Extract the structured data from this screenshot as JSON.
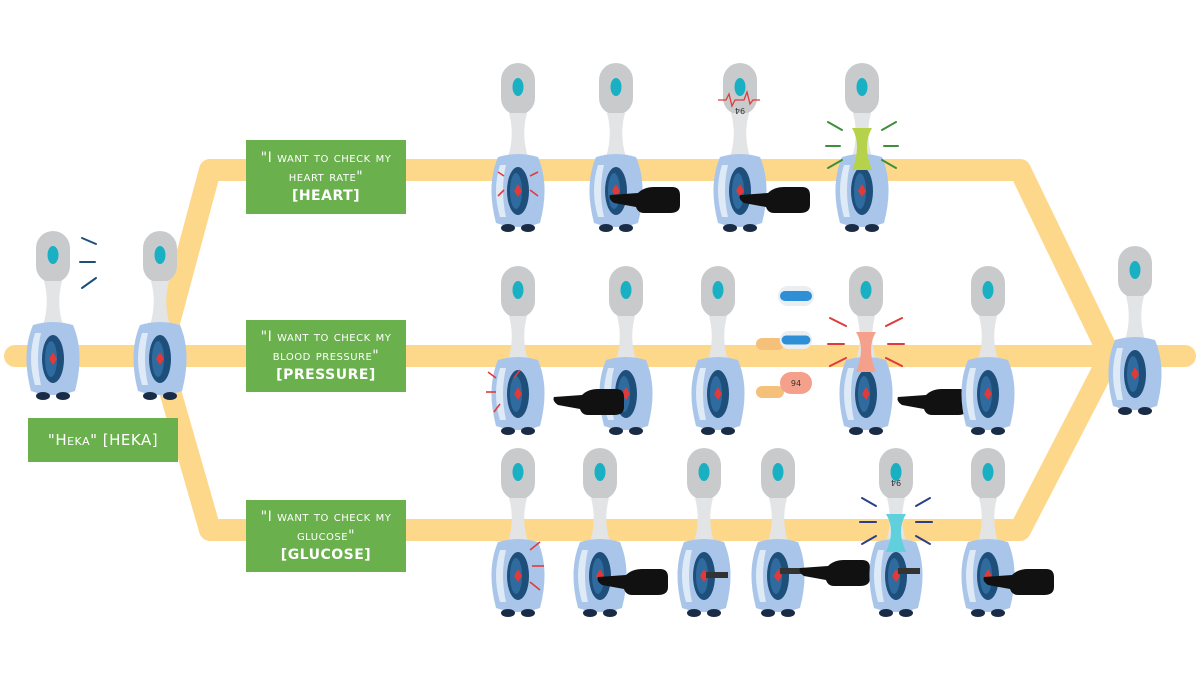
{
  "labels": {
    "heka": {
      "text": "\"Heka\" [HEKA]"
    },
    "heart": {
      "line1": "\"I want to check my",
      "line2": "heart rate\"",
      "command": "[HEART]"
    },
    "pressure": {
      "line1": "\"I want to check my",
      "line2": "blood pressure\"",
      "command": "[PRESSURE]"
    },
    "glucose": {
      "line1": "\"I want to check my",
      "line2": "glucose\"",
      "command": "[GLUCOSE]"
    }
  },
  "screen_readouts": {
    "heart": "94",
    "pressure": "94",
    "glucose": "94"
  },
  "colors": {
    "path": "#fdd88a",
    "label_bg": "#6ab04c",
    "head": "#c9cacc",
    "eye": "#1ab0c4",
    "body": "#a9c6ea",
    "core": "#1d4f7a",
    "sensor": "#e03a3a",
    "heart_glow": "#b6d24a",
    "pressure_glow": "#f4a08a",
    "glucose_glow": "#5fd0dc",
    "heart_rays": "#3f8e3a",
    "pressure_rays": "#e03a3a",
    "glucose_rays": "#2a3f8c",
    "hand": "#111111",
    "skin": "#f5c07a",
    "cuff": "#2f8fd6"
  },
  "icons": {
    "robot": "heka-robot-icon",
    "hand": "pointing-hand-icon",
    "cuff": "blood-pressure-cuff-icon",
    "ecg": "ecg-waveform-icon",
    "strip": "glucose-test-strip-icon"
  }
}
